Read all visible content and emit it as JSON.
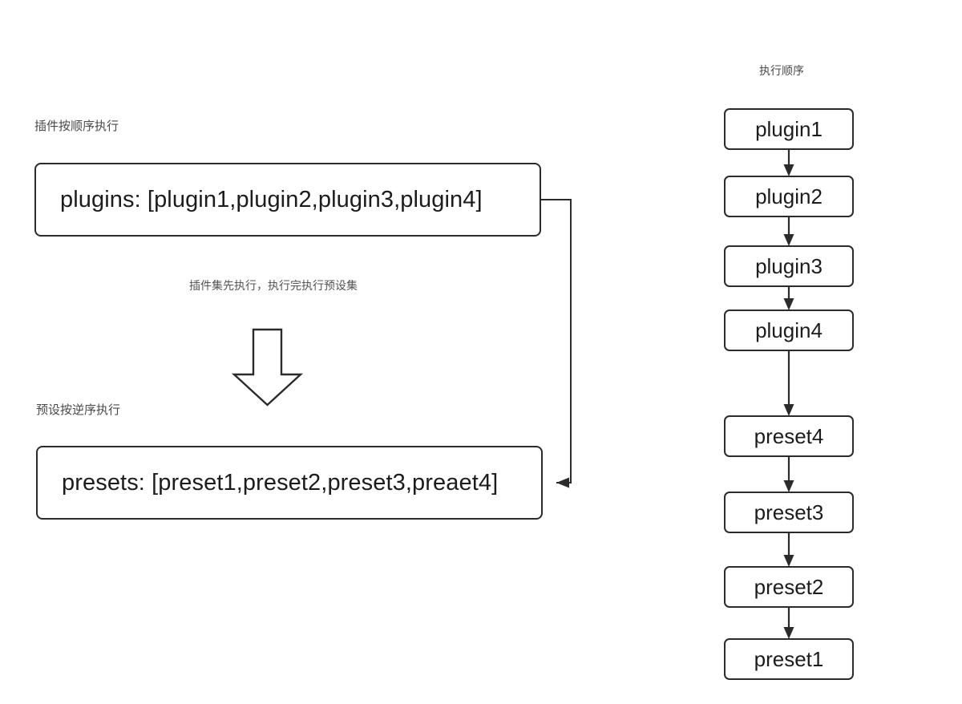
{
  "diagram": {
    "background_color": "#ffffff",
    "line_color": "#2b2b2b",
    "text_color": "#1c1c1c",
    "caption_color": "#4a4a4a"
  },
  "left": {
    "plugins_caption": "插件按顺序执行",
    "plugins_box": "plugins: [plugin1,plugin2,plugin3,plugin4]",
    "middle_caption": "插件集先执行，执行完执行预设集",
    "presets_caption": "预设按逆序执行",
    "presets_box": "presets: [preset1,preset2,preset3,preaet4]",
    "down_arrow_icon": "block-down-arrow-icon",
    "feedback_connector_icon": "elbow-arrow-icon"
  },
  "right": {
    "title": "执行顺序",
    "nodes": [
      {
        "label": "plugin1",
        "group": "plugin"
      },
      {
        "label": "plugin2",
        "group": "plugin"
      },
      {
        "label": "plugin3",
        "group": "plugin"
      },
      {
        "label": "plugin4",
        "group": "plugin"
      },
      {
        "label": "preset4",
        "group": "preset"
      },
      {
        "label": "preset3",
        "group": "preset"
      },
      {
        "label": "preset2",
        "group": "preset"
      },
      {
        "label": "preset1",
        "group": "preset"
      }
    ],
    "connector_icon": "down-arrow-icon"
  }
}
